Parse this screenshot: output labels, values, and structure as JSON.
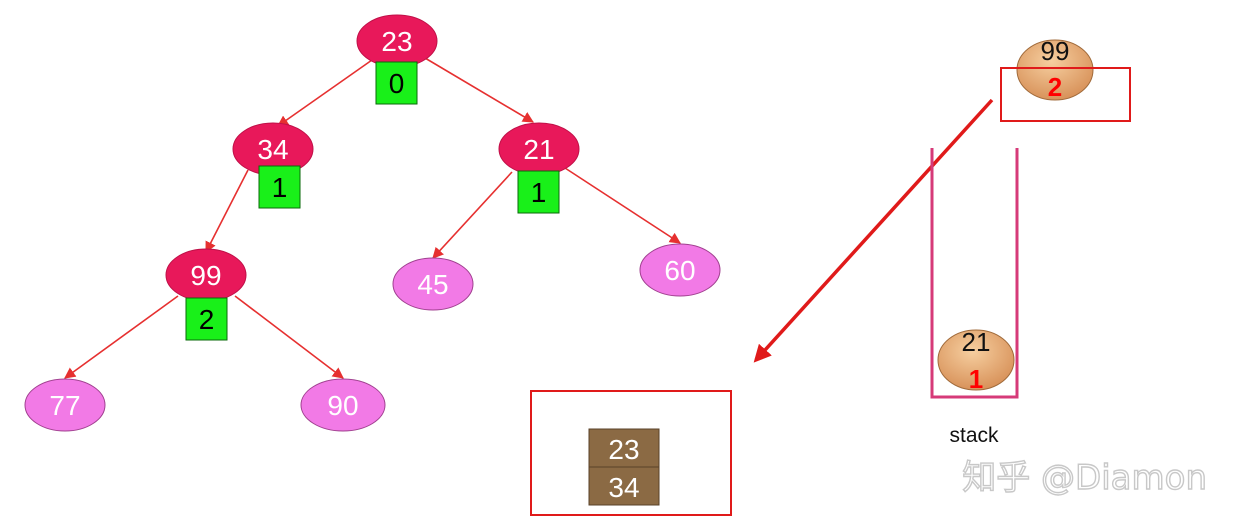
{
  "tree": {
    "nodes": [
      {
        "id": "n23",
        "value": "23",
        "level": "0"
      },
      {
        "id": "n34",
        "value": "34",
        "level": "1"
      },
      {
        "id": "n21",
        "value": "21",
        "level": "1"
      },
      {
        "id": "n99",
        "value": "99",
        "level": "2"
      },
      {
        "id": "n45",
        "value": "45"
      },
      {
        "id": "n60",
        "value": "60"
      },
      {
        "id": "n77",
        "value": "77"
      },
      {
        "id": "n90",
        "value": "90"
      }
    ],
    "edges": [
      [
        "n23",
        "n34"
      ],
      [
        "n23",
        "n21"
      ],
      [
        "n34",
        "n99"
      ],
      [
        "n21",
        "n45"
      ],
      [
        "n21",
        "n60"
      ],
      [
        "n99",
        "n77"
      ],
      [
        "n99",
        "n90"
      ]
    ]
  },
  "popped": {
    "value": "99",
    "level": "2"
  },
  "stack": {
    "caption": "stack",
    "items": [
      {
        "value": "21",
        "level": "1"
      }
    ]
  },
  "output": {
    "values": [
      "23",
      "34"
    ]
  },
  "watermark": "知乎 @Diamon",
  "colors": {
    "visited_node": "#e8185a",
    "unvisited_node": "#f27ae6",
    "level_box": "#19f019",
    "edge": "#e63030",
    "egg": "#e8a96a",
    "highlight": "#e01a1a",
    "stack_wall": "#d63a78",
    "output_box": "#8b6a44"
  }
}
